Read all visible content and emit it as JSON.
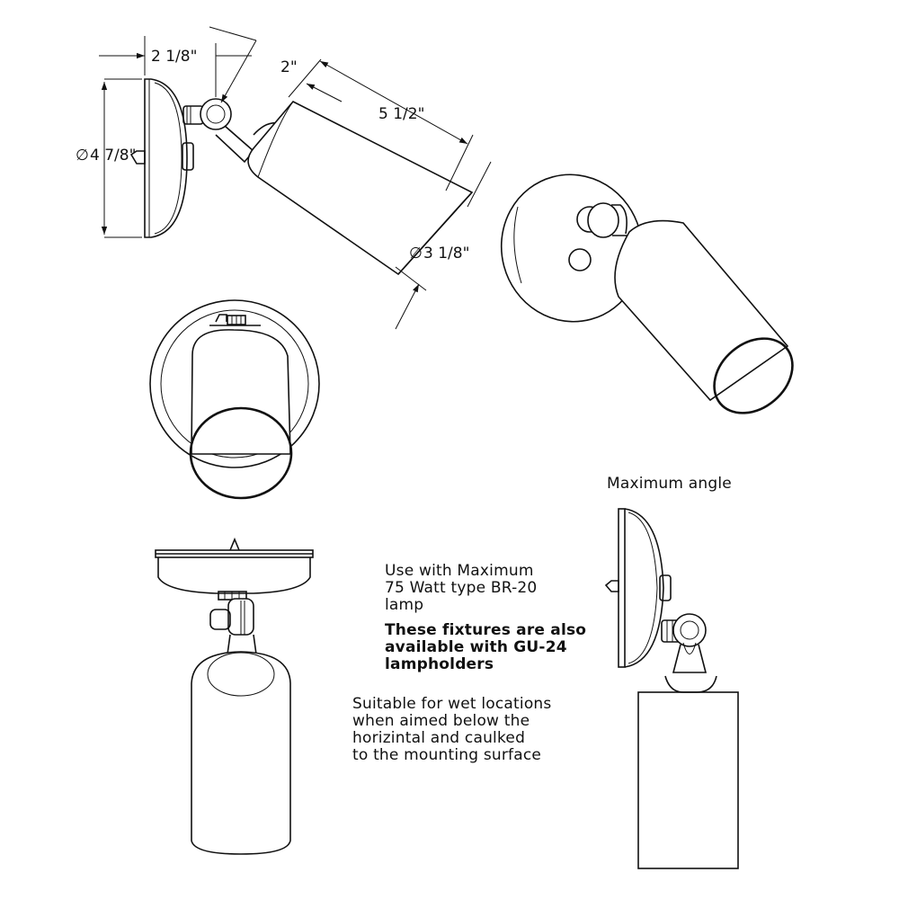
{
  "dimensions": {
    "base_depth": "2 1/8\"",
    "arm_offset": "2\"",
    "cylinder_length": "5 1/2\"",
    "base_diameter": "4 7/8\"",
    "cylinder_diameter": "3 1/8\"",
    "diameter_symbol": "∅"
  },
  "labels": {
    "max_angle": "Maximum angle"
  },
  "notes": {
    "lamp_line1": "Use with Maximum",
    "lamp_line2": "75 Watt type BR-20",
    "lamp_line3": "lamp",
    "gu24_line1": "These fixtures are also",
    "gu24_line2": "available with GU-24",
    "gu24_line3": "lampholders",
    "wet_line1": "Suitable for wet locations",
    "wet_line2": "when aimed below the",
    "wet_line3": "horizintal and caulked",
    "wet_line4": "to the mounting surface"
  }
}
